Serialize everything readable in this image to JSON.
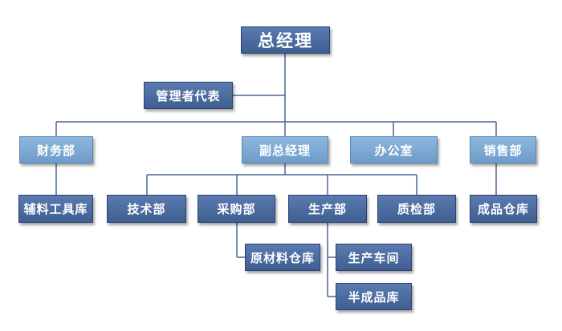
{
  "org": {
    "gm": "总经理",
    "mgmt_rep": "管理者代表",
    "finance": "财务部",
    "deputy_gm": "副总经理",
    "office": "办公室",
    "sales": "销售部",
    "aux_store": "辅料工具库",
    "tech": "技术部",
    "purchasing": "采购部",
    "production": "生产部",
    "quality": "质检部",
    "finished_store": "成品仓库",
    "raw_store": "原材料仓库",
    "workshop": "生产车间",
    "semi_store": "半成品库"
  },
  "colors": {
    "line": "#4a6593",
    "dark_fill": "#4a6a9e",
    "light_fill": "#7eaad6"
  }
}
